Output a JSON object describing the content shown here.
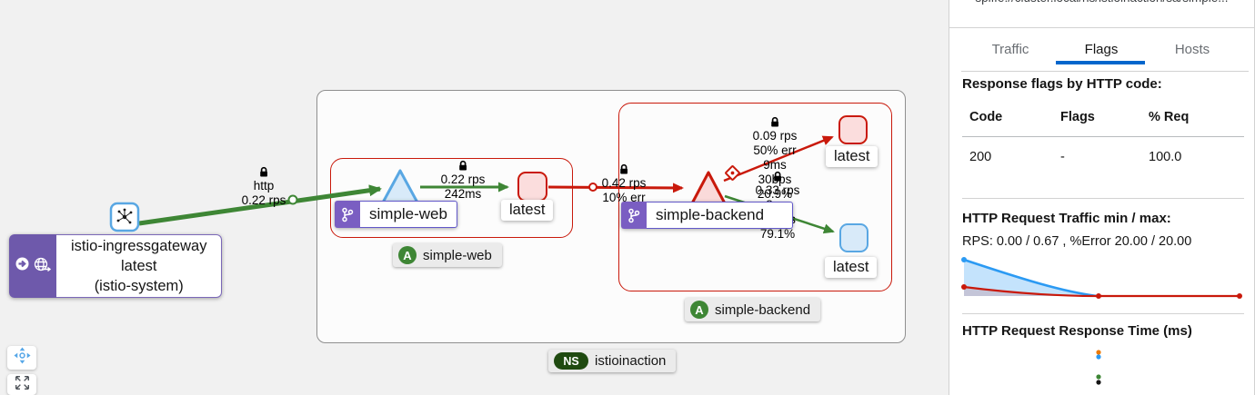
{
  "graph": {
    "namespace": {
      "badge": "NS",
      "label": "istioinaction"
    },
    "ingress_node": {
      "title": "istio-ingressgateway",
      "version": "latest",
      "namespace": "(istio-system)"
    },
    "app_badges": {
      "web": {
        "badge": "A",
        "label": "simple-web"
      },
      "backend": {
        "badge": "A",
        "label": "simple-backend"
      }
    },
    "node_labels": {
      "web_service": "simple-web",
      "backend_service": "simple-backend",
      "web_workload": "latest",
      "backend_workload_err": "latest",
      "backend_workload_ok": "latest"
    },
    "edges": {
      "ingress_to_web": {
        "protocol": "http",
        "rate": "0.22 rps"
      },
      "web_service_to_workload": {
        "rate": "0.22 rps",
        "response_time": "242ms"
      },
      "web_to_backend": {
        "rate": "0.42 rps",
        "error": "10% err"
      },
      "backend_to_latest_err": {
        "rate": "0.09 rps",
        "error": "50% err",
        "response_time": "9ms",
        "throughput": "30bps",
        "distribution": "20.9%"
      },
      "backend_to_latest_ok": {
        "rate": "0.33 rps",
        "response_time": "8ms",
        "throughput": "2.8kps",
        "distribution": "79.1%"
      }
    },
    "icons": {
      "mtls_lock": "padlock",
      "virtual_service": "diamond",
      "root_node": "circle-arrow-right",
      "gateway": "globe-arrow",
      "versioned_app": "git-branch",
      "workload_mesh": "mesh-dots",
      "center_graph": "move-arrows",
      "fit_to_screen": "expand-arrows"
    }
  },
  "panel": {
    "clipped_header": "spiffe://cluster.local/ns/istioinaction/sa/simple...",
    "tabs": [
      {
        "label": "Traffic",
        "active": false
      },
      {
        "label": "Flags",
        "active": true
      },
      {
        "label": "Hosts",
        "active": false
      }
    ],
    "flags": {
      "title": "Response flags by HTTP code:",
      "columns": [
        "Code",
        "Flags",
        "% Req"
      ],
      "rows": [
        {
          "code": "200",
          "flags": "-",
          "pct": "100.0"
        }
      ]
    },
    "traffic": {
      "title": "HTTP Request Traffic min / max:",
      "summary": "RPS: 0.00 / 0.67 , %Error 20.00 / 20.00"
    },
    "response_time": {
      "title": "HTTP Request Response Time (ms)"
    }
  },
  "colors": {
    "accent_blue": "#0066cc",
    "chart_blue": "#2b9af3",
    "danger_red": "#c9190b",
    "healthy_green": "#3e8635",
    "purple": "#7a5ec2",
    "node_blue": "#59a7e3"
  },
  "chart_data": {
    "type": "area",
    "title": "HTTP Request Traffic min / max:",
    "series": [
      {
        "name": "RPS",
        "color": "#2b9af3",
        "x_norm": [
          0,
          0.12,
          0.28,
          0.48
        ],
        "rps": [
          0.67,
          0.42,
          0.12,
          0.0
        ]
      },
      {
        "name": "Error RPS",
        "color": "#c9190b",
        "x_norm": [
          0,
          0.25,
          0.48,
          1.0
        ],
        "rps": [
          0.13,
          0.04,
          0.0,
          0.0
        ]
      }
    ],
    "ylim": [
      0,
      0.67
    ],
    "legend_position": "none",
    "grid": false,
    "summary": {
      "rps_min": 0.0,
      "rps_max": 0.67,
      "err_pct_min": 20.0,
      "err_pct_max": 20.0
    },
    "response_time_marker_colors": [
      "#ec7a08",
      "#2b9af3",
      "#3e8635",
      "#151515"
    ]
  }
}
